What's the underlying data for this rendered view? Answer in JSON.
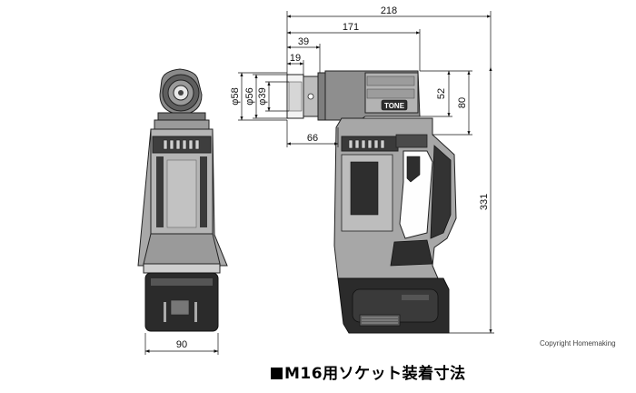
{
  "dimensions": {
    "overall_length": "218",
    "head_length": "171",
    "socket_length": "39",
    "socket_inner": "19",
    "phi_58": "φ58",
    "phi_56": "φ56",
    "phi_39": "φ39",
    "head_height": "52",
    "head_total_height": "80",
    "total_height": "331",
    "grip_offset": "66",
    "width": "90"
  },
  "brand_label": "TONE",
  "copyright": "Copyright Homemaking",
  "caption": "M16用ソケット装着寸法"
}
